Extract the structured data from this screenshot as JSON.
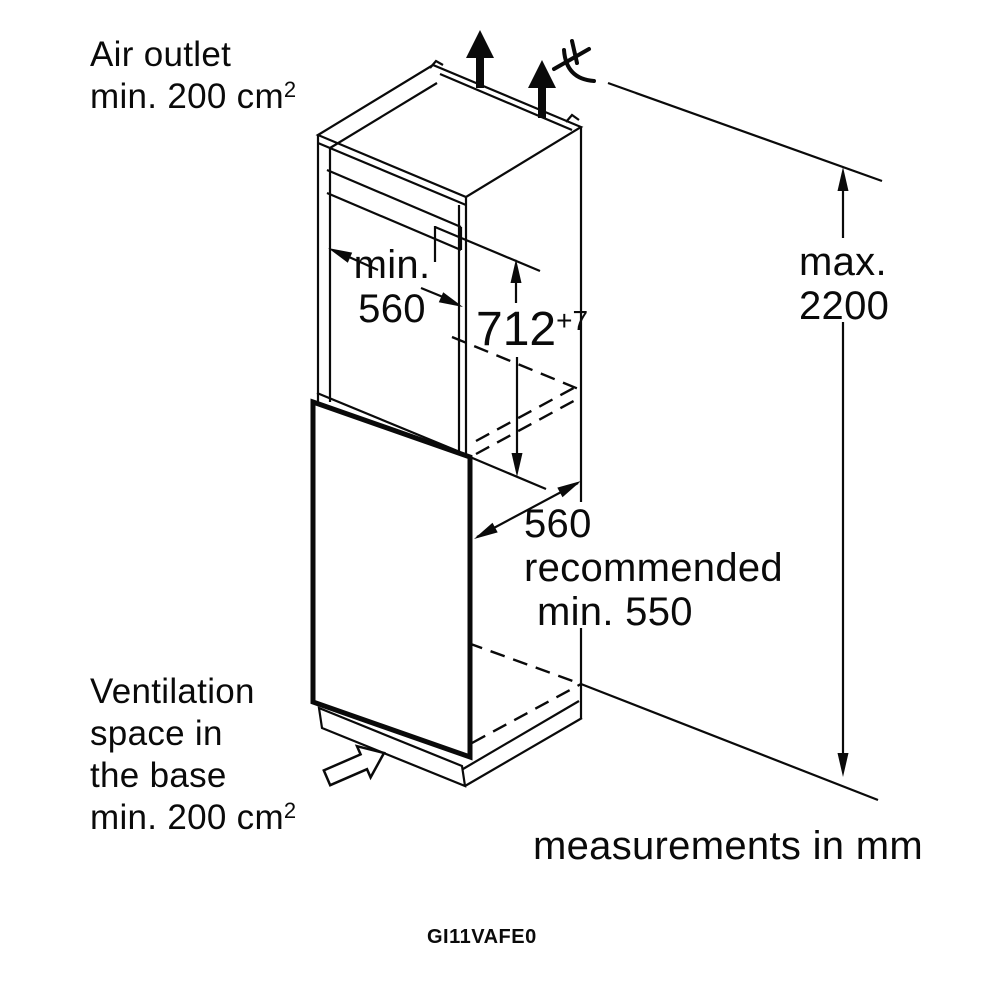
{
  "page": {
    "background": "#ffffff",
    "ink": "#0a0a0a"
  },
  "product_code": "GI11VAFE0",
  "annotations": {
    "air_outlet": {
      "line1": "Air outlet",
      "line2": "min. 200 cm",
      "line2_sup": "2"
    },
    "ventilation": {
      "line1": "Ventilation",
      "line2": "space in",
      "line3": "the base",
      "line4": "min. 200 cm",
      "line4_sup": "2"
    },
    "measurements_note": "measurements in mm"
  },
  "dimensions": {
    "niche_width": {
      "prefix": "min.",
      "value": "560"
    },
    "niche_height": {
      "value": "712",
      "tolerance": "+7"
    },
    "unit_height": {
      "prefix": "max.",
      "value": "2200"
    },
    "unit_depth": {
      "value": "560",
      "note": "recommended",
      "min_note": "min. 550"
    }
  },
  "icons": [
    {
      "name": "air-flow-arrow-icon",
      "meaning": "upward air flow at top"
    },
    {
      "name": "power-cord-icon",
      "meaning": "mains cable position"
    },
    {
      "name": "ventilation-arrow-icon",
      "meaning": "air intake into base"
    }
  ]
}
